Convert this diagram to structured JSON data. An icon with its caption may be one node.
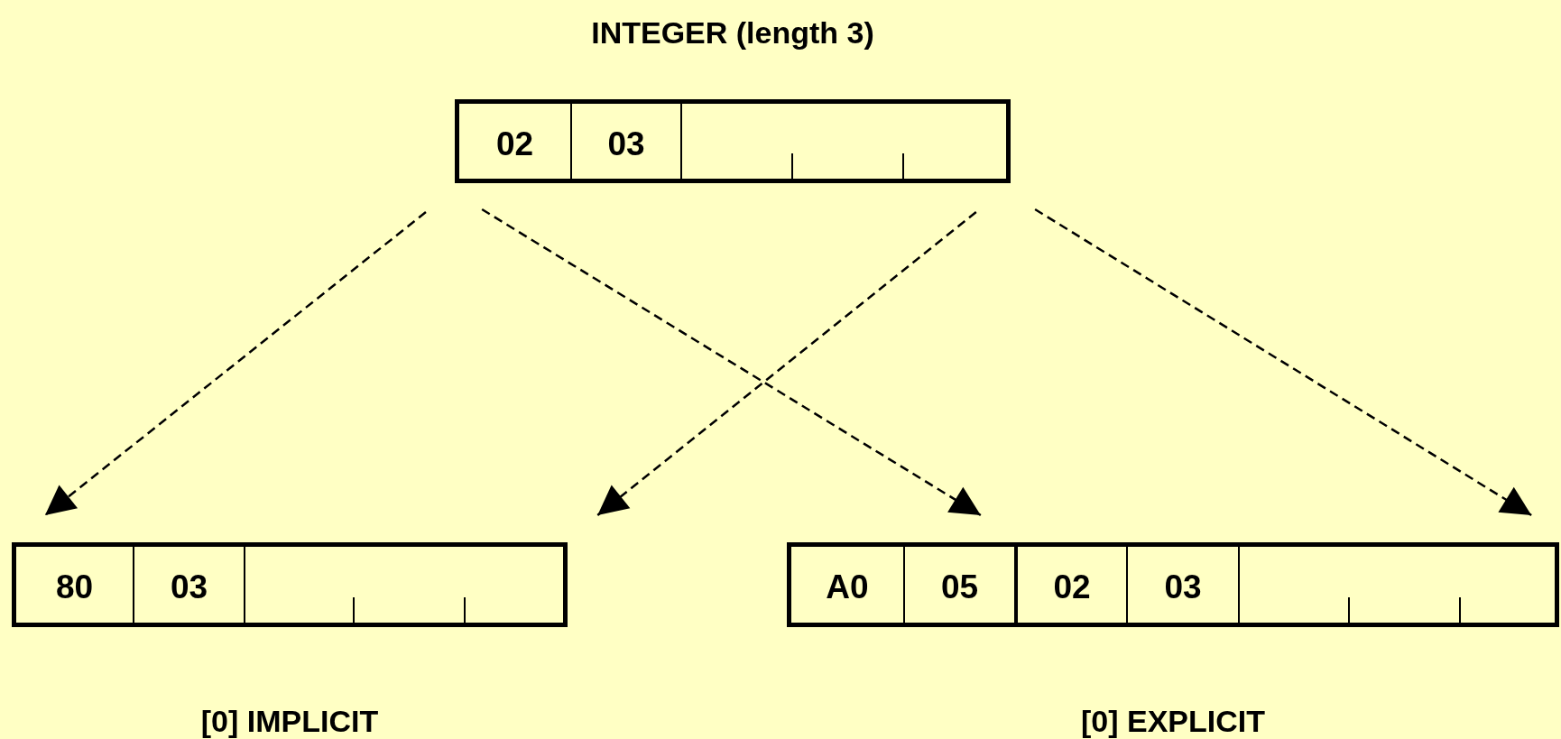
{
  "diagram": {
    "nodes": [
      {
        "text": [
          "INTEGER (length 3)"
        ]
      },
      {
        "text": [
          "02"
        ],
        "in": 0
      },
      {
        "text": [
          "03"
        ],
        "in": 0
      },
      {
        "text": [],
        "shape": "box",
        "in": 0
      },
      {
        "text": [
          "[0] IMPLICIT"
        ]
      },
      {
        "text": [
          "80"
        ],
        "in": 4
      },
      {
        "text": [
          "03"
        ],
        "in": 4
      },
      {
        "text": [],
        "shape": "box",
        "in": 4
      },
      {
        "text": [
          "[0] EXPLICIT"
        ]
      },
      {
        "text": [
          "A0"
        ],
        "in": 8
      },
      {
        "text": [
          "05"
        ],
        "in": 8
      },
      {
        "text": [
          "02"
        ],
        "in": 8
      },
      {
        "text": [
          "03"
        ],
        "in": 8
      },
      {
        "text": [],
        "shape": "box",
        "in": 8
      }
    ],
    "edges": [
      {
        "from": 0,
        "to": 4,
        "arrow": "to",
        "style": "dashed"
      },
      {
        "from": 0,
        "to": 8,
        "arrow": "to",
        "style": "dashed"
      },
      {
        "from": 0,
        "to": 4,
        "arrow": "to",
        "style": "dashed"
      },
      {
        "from": 0,
        "to": 8,
        "arrow": "to",
        "style": "dashed"
      }
    ]
  }
}
